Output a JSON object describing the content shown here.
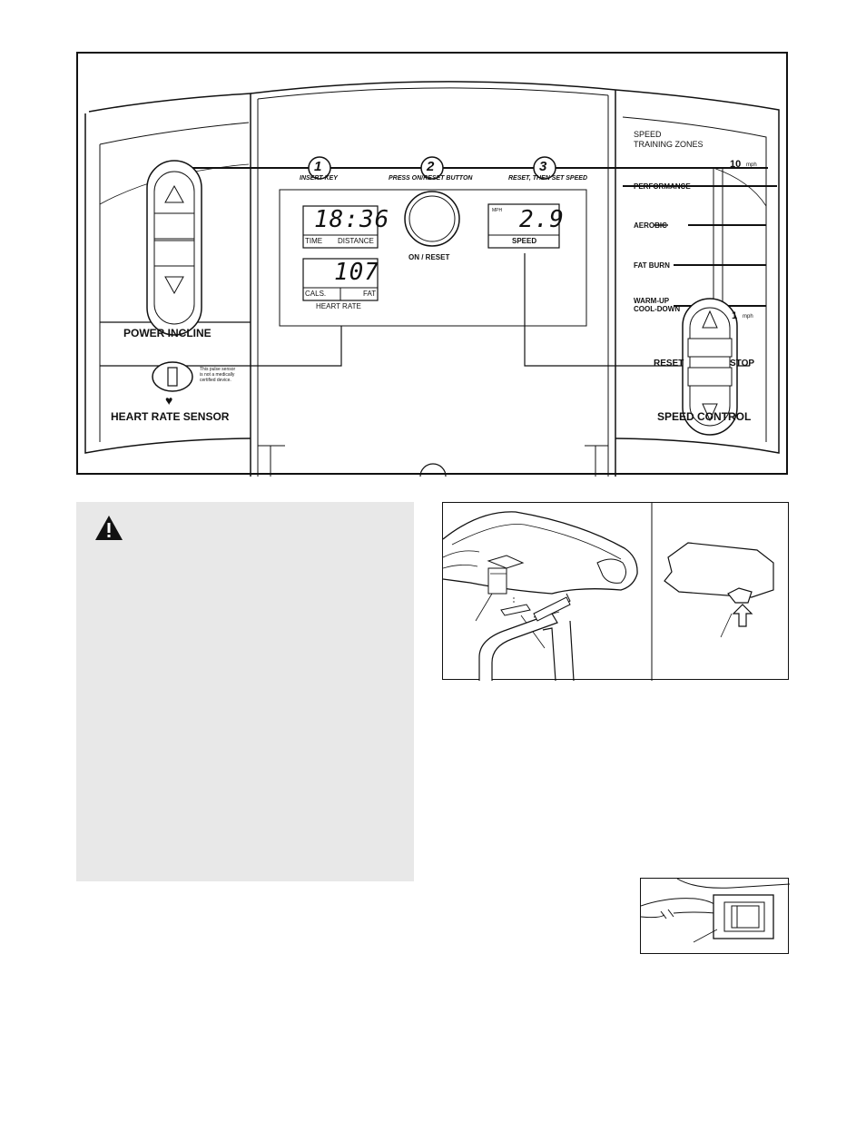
{
  "console": {
    "steps": [
      {
        "num": "1",
        "label": "INSERT KEY"
      },
      {
        "num": "2",
        "label": "PRESS ON/RESET BUTTON"
      },
      {
        "num": "3",
        "label": "RESET, THEN SET SPEED"
      }
    ],
    "time_display": {
      "value": "18:36",
      "label_left": "TIME",
      "label_right": "DISTANCE"
    },
    "heart_display": {
      "value": "107",
      "label_left": "CALS.",
      "label_right": "FAT",
      "caption": "HEART RATE"
    },
    "speed_display": {
      "unit": "MPH",
      "value": "2.9",
      "caption": "SPEED"
    },
    "on_reset_label": "ON / RESET",
    "power_incline_label": "POWER INCLINE",
    "heart_rate_sensor_label": "HEART RATE SENSOR",
    "pulse_note": [
      "This pulse sensor",
      "is not a medically",
      "certified device."
    ],
    "speed_zones": {
      "title_line1": "SPEED",
      "title_line2": "TRAINING ZONES",
      "max_value": "10",
      "min_value": "1",
      "unit": "mph",
      "zones": [
        "PERFORMANCE",
        "AEROBIC",
        "FAT BURN"
      ],
      "warmup_line1": "WARM-UP",
      "warmup_line2": "COOL-DOWN"
    },
    "reset_label": "RESET",
    "stop_label": "STOP",
    "speed_control_label": "SPEED CONTROL"
  }
}
